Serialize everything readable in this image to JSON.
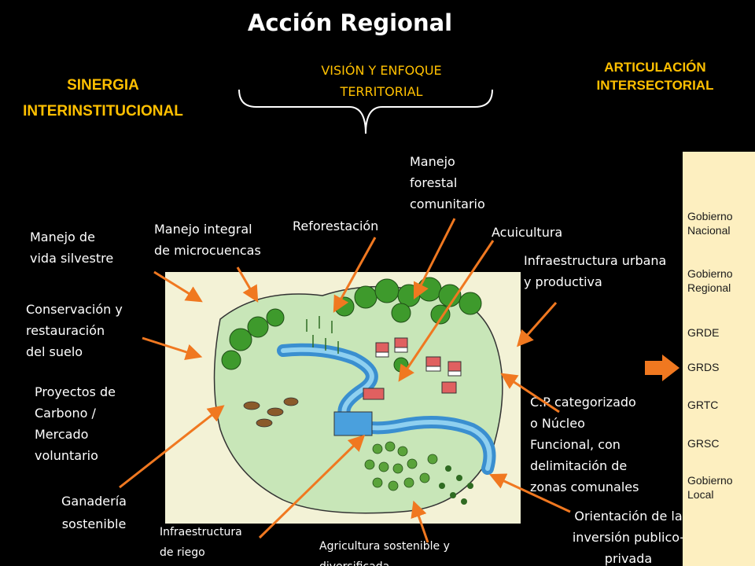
{
  "title": "Acción Regional",
  "headings": {
    "left": [
      "SINERGIA",
      "INTERINSTITUCIONAL"
    ],
    "center": [
      "VISIÓN Y ENFOQUE",
      "TERRITORIAL"
    ],
    "right": [
      "ARTICULACIÓN",
      "INTERSECTORIAL"
    ]
  },
  "labels": {
    "vida_silvestre": [
      "Manejo de",
      "vida silvestre"
    ],
    "microcuencas": [
      "Manejo integral",
      "de microcuencas"
    ],
    "reforestacion": [
      "Reforestación"
    ],
    "forestal": [
      "Manejo",
      "forestal",
      "comunitario"
    ],
    "acuicultura": [
      "Acuicultura"
    ],
    "infra_urbana": [
      "Infraestructura urbana",
      "y productiva"
    ],
    "conservacion": [
      "Conservación y",
      "restauración",
      "del suelo"
    ],
    "carbono": [
      "Proyectos de",
      "Carbono /",
      "Mercado",
      "voluntario"
    ],
    "ganaderia": [
      "Ganadería",
      "sostenible"
    ],
    "riego": [
      "Infraestructura",
      "de riego"
    ],
    "agricultura": [
      "Agricultura sostenible y",
      "diversificada"
    ],
    "cp": [
      "C.P categorizado",
      "o Núcleo",
      "Funcional, con",
      "delimitación de",
      "zonas comunales"
    ],
    "orientacion": [
      "Orientación de la",
      "inversión publico-",
      "privada"
    ]
  },
  "sidebar": {
    "items": [
      [
        "Gobierno",
        "Nacional"
      ],
      [
        "Gobierno",
        "Regional"
      ],
      [
        "GRDE"
      ],
      [
        "GRDS"
      ],
      [
        "GRTC"
      ],
      [
        "GRSC"
      ],
      [
        "Gobierno",
        "Local"
      ]
    ]
  },
  "colors": {
    "accent_yellow": "#ffc000",
    "arrow_orange": "#f07820",
    "sidebar_bg": "#fdefc0",
    "background": "#000000"
  },
  "icons": {
    "sidebar_arrow": "block-arrow-right-icon",
    "brace": "curly-brace-icon"
  }
}
